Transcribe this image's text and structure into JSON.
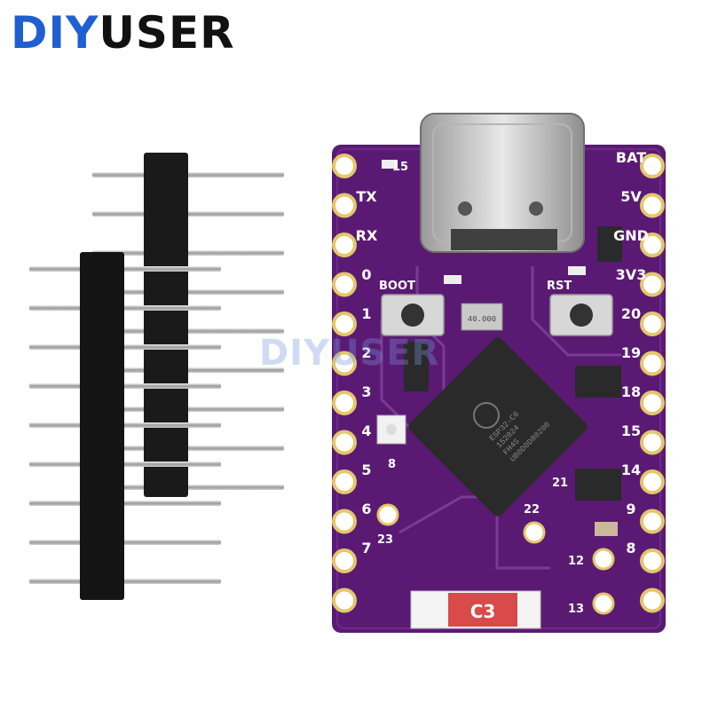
{
  "brand": {
    "part1": "DIY",
    "part2": "USER",
    "accent": "#1f5fd1"
  },
  "watermark": {
    "part1": "DIY",
    "part2": "USER"
  },
  "board": {
    "color": "#5a1a73",
    "left_pins": [
      "TX",
      "RX",
      "0",
      "1",
      "2",
      "3",
      "4",
      "5",
      "6",
      "7"
    ],
    "right_pins": [
      "BAT",
      "5V",
      "GND",
      "3V3",
      "20",
      "19",
      "18",
      "15",
      "14",
      "9",
      "8"
    ],
    "top_pad": "15",
    "inner_pads": [
      "8",
      "23",
      "22",
      "21",
      "12",
      "13"
    ],
    "buttons": {
      "boot": "BOOT",
      "reset": "RST"
    },
    "chip": {
      "lines": [
        "ESP32-C6",
        "152024",
        "FH4S",
        "UB0D0D80200"
      ]
    },
    "crystal": "40.000",
    "antenna": "C3"
  },
  "headers": {
    "count": 2
  }
}
